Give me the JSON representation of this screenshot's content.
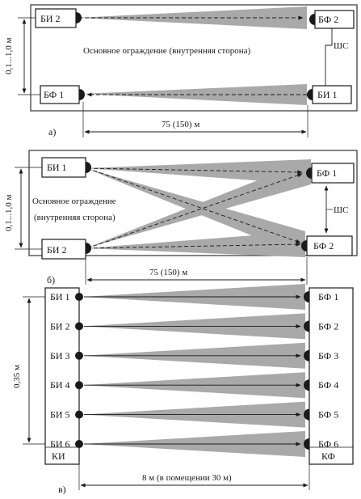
{
  "panel_a": {
    "tx_top": "БИ 2",
    "rx_top": "БФ 2",
    "rx_bottom": "БФ 1",
    "tx_bottom": "БИ 1",
    "fence_label": "Основное ограждение (внутренняя сторона)",
    "cable_label": "ШС",
    "height_dim": "0,1...1,0 м",
    "length_dim": "75 (150) м",
    "caption": "а)"
  },
  "panel_b": {
    "tx_top": "БИ 1",
    "tx_bottom": "БИ 2",
    "rx_top": "БФ 1",
    "rx_bottom": "БФ 2",
    "fence_label_line1": "Основное ограждение",
    "fence_label_line2": "(внутренняя сторона)",
    "cable_label": "ШС",
    "height_dim": "0,1...1,0 м",
    "length_dim": "75 (150) м",
    "caption": "б)"
  },
  "panel_c": {
    "transmitters": [
      "БИ 1",
      "БИ 2",
      "БИ 3",
      "БИ 4",
      "БИ 5",
      "БИ 6"
    ],
    "receivers": [
      "БФ 1",
      "БФ 2",
      "БФ 3",
      "БФ 4",
      "БФ 5",
      "БФ 6"
    ],
    "left_column_label": "КИ",
    "right_column_label": "КФ",
    "height_dim": "0,35 м",
    "length_dim": "8 м (в помещении 30 м)",
    "caption": "в)"
  },
  "colors": {
    "beam": "#a9a9a9",
    "line": "#1a1a1a"
  }
}
